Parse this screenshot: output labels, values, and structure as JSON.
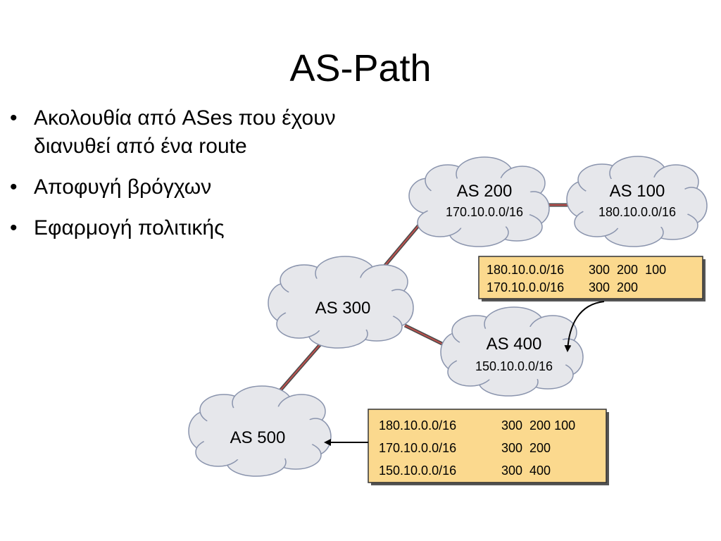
{
  "slide": {
    "title": "AS-Path",
    "bullets": [
      "Ακολουθία από ASes που έχουν διανυθεί  από ένα route",
      "Αποφυγή βρόγχων",
      "Εφαρμογή πολιτικής"
    ]
  },
  "diagram": {
    "nodes": {
      "as200": {
        "name": "AS 200",
        "prefix": "170.10.0.0/16"
      },
      "as100": {
        "name": "AS 100",
        "prefix": "180.10.0.0/16"
      },
      "as300": {
        "name": "AS 300"
      },
      "as400": {
        "name": "AS 400",
        "prefix": "150.10.0.0/16"
      },
      "as500": {
        "name": "AS 500"
      }
    },
    "table_as400": {
      "rows": [
        {
          "prefix": "180.10.0.0/16",
          "path": "300  200  100"
        },
        {
          "prefix": "170.10.0.0/16",
          "path": "300  200"
        }
      ]
    },
    "table_as500": {
      "rows": [
        {
          "prefix": "180.10.0.0/16",
          "path": "300  200 100"
        },
        {
          "prefix": "170.10.0.0/16",
          "path": "300  200"
        },
        {
          "prefix": "150.10.0.0/16",
          "path": "300  400"
        }
      ]
    }
  },
  "colors": {
    "cloud_fill": "#e6e7eb",
    "cloud_stroke": "#8a94ad",
    "link_dark": "#4a4a4a",
    "link_red": "#c0504d",
    "table_fill": "#fbd98e"
  }
}
